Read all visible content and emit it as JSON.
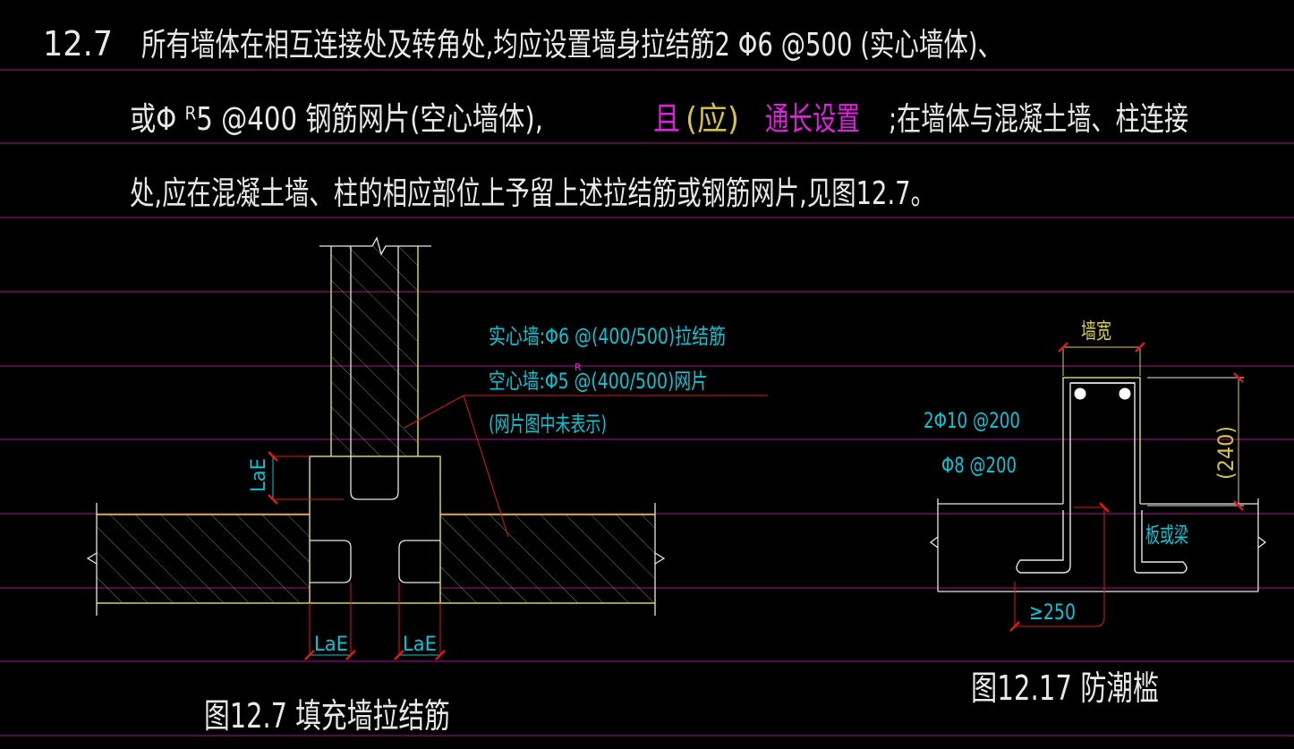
{
  "colors": {
    "background": "#000000",
    "guide_line": "#b0108c",
    "text": "#e8e8e8",
    "wall_outline": "#d8d250",
    "hatch": "#c8c25a",
    "dimension": "#00c8d8",
    "leader": "#e01818",
    "rebar": "#ffffff",
    "magenta": "#e020e0",
    "yellow_text": "#d8c040"
  },
  "text_lines": {
    "line1_number": "12.7",
    "line1_text": "所有墙体在相互连接处及转角处,均应设置墙身拉结筋2 Φ6 @500 (实心墙体)、",
    "line2_a": "或Φ ᴿ5 @400 钢筋网片(空心墙体),",
    "line2_b_a": "且",
    "line2_b_b": "(应)",
    "line2_c": "通长设置",
    "line2_d": ";在墙体与混凝土墙、柱连接",
    "line3": "处,应在混凝土墙、柱的相应部位上予留上述拉结筋或钢筋网片,见图12.7。"
  },
  "figure_12_7": {
    "caption": "图12.7  填充墙拉结筋",
    "label_solid_wall": "实心墙:Φ6 @(400/500)拉结筋",
    "label_hollow_wall": "空心墙:Φ5 @(400/500)网片",
    "label_note": "(网片图中未表示)",
    "label_r": "R",
    "dim_lae_vertical": "LaE",
    "dim_lae_left": "LaE",
    "dim_lae_right": "LaE"
  },
  "figure_12_17": {
    "caption": "图12.17  防潮槛",
    "label_wall_width": "墙宽",
    "label_main_bars": "2Φ10 @200",
    "label_stirrup": "Φ8 @200",
    "label_height": "(240)",
    "label_slab": "板或梁",
    "label_min_length": "≥250"
  }
}
